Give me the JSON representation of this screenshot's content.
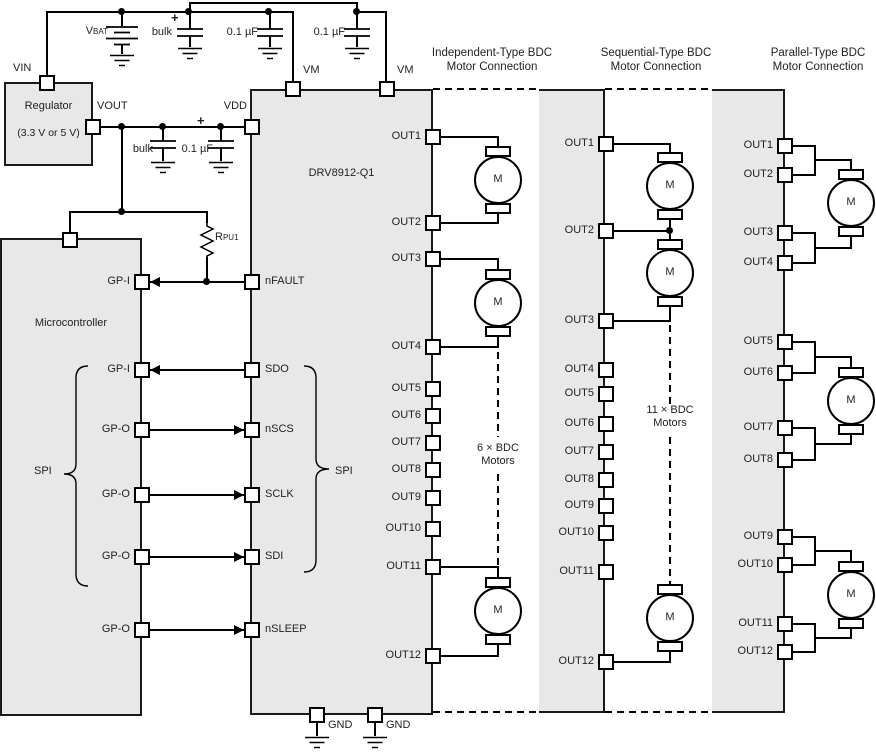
{
  "colors": {
    "block_fill": "#e8e8e8",
    "line": "#000000",
    "text": "#222222"
  },
  "top_net": {
    "vin": "VIN",
    "vbat_main": "V",
    "vbat_sub": "BAT",
    "bulk_label": "bulk",
    "bulk_plus": "+",
    "cap1_label": "0.1 µF",
    "cap2_label": "0.1 µF",
    "vm1": "VM",
    "vm2": "VM"
  },
  "regulator": {
    "name": "Regulator",
    "range": "(3.3 V or 5 V)",
    "vout": "VOUT"
  },
  "vdd_net": {
    "bulk_label": "bulk",
    "cap_plus": "+",
    "cap_label": "0.1 µF",
    "vdd": "VDD"
  },
  "mcu": {
    "title": "Microcontroller",
    "spi": "SPI",
    "pins": [
      "GP-I",
      "GP-I",
      "GP-O",
      "GP-O",
      "GP-O",
      "GP-O"
    ]
  },
  "pullup": {
    "ref_main": "R",
    "ref_sub": "PU1"
  },
  "drv": {
    "title": "DRV8912-Q1",
    "spi": "SPI",
    "left_pins": [
      "nFAULT",
      "SDO",
      "nSCS",
      "SCLK",
      "SDI",
      "nSLEEP"
    ],
    "out_pins": [
      "OUT1",
      "OUT2",
      "OUT3",
      "OUT4",
      "OUT5",
      "OUT6",
      "OUT7",
      "OUT8",
      "OUT9",
      "OUT10",
      "OUT11",
      "OUT12"
    ],
    "gnd1": "GND",
    "gnd2": "GND"
  },
  "independent": {
    "title1": "Independent-Type BDC",
    "title2": "Motor Connection",
    "note1": "6 × BDC",
    "note2": "Motors",
    "motor": "M"
  },
  "sequential": {
    "title1": "Sequential-Type BDC",
    "title2": "Motor Connection",
    "note1": "11 × BDC",
    "note2": "Motors",
    "motor": "M",
    "out_pins": [
      "OUT1",
      "OUT2",
      "OUT3",
      "OUT4",
      "OUT5",
      "OUT6",
      "OUT7",
      "OUT8",
      "OUT9",
      "OUT10",
      "OUT11",
      "OUT12"
    ]
  },
  "parallel": {
    "title1": "Parallel-Type BDC",
    "title2": "Motor Connection",
    "motor": "M",
    "out_pins": [
      "OUT1",
      "OUT2",
      "OUT3",
      "OUT4",
      "OUT5",
      "OUT6",
      "OUT7",
      "OUT8",
      "OUT9",
      "OUT10",
      "OUT11",
      "OUT12"
    ]
  }
}
